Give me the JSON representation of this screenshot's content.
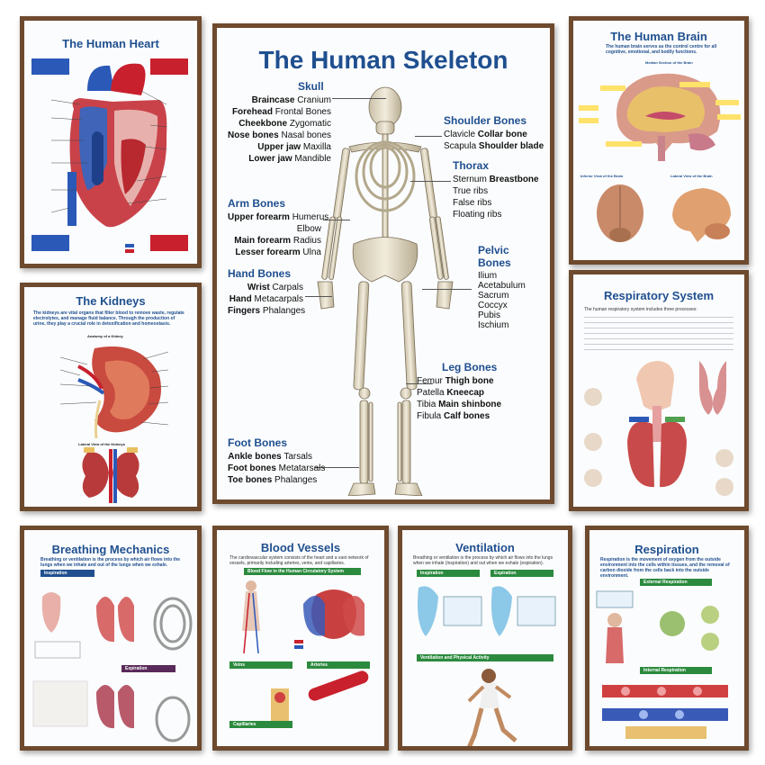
{
  "posters": {
    "heart": {
      "title": "The Human Heart"
    },
    "skeleton": {
      "title": "The Human Skeleton",
      "skull": {
        "heading": "Skull",
        "rows": [
          {
            "bold": "Braincase",
            "plain": "Cranium"
          },
          {
            "bold": "Forehead",
            "plain": "Frontal Bones"
          },
          {
            "bold": "Cheekbone",
            "plain": "Zygomatic"
          },
          {
            "bold": "Nose bones",
            "plain": "Nasal bones"
          },
          {
            "bold": "Upper jaw",
            "plain": "Maxilla"
          },
          {
            "bold": "Lower jaw",
            "plain": "Mandible"
          }
        ]
      },
      "arm": {
        "heading": "Arm Bones",
        "rows": [
          {
            "bold": "Upper forearm",
            "plain": "Humerus"
          },
          {
            "bold": "",
            "plain": "Elbow"
          },
          {
            "bold": "Main forearm",
            "plain": "Radius"
          },
          {
            "bold": "Lesser forearm",
            "plain": "Ulna"
          }
        ]
      },
      "hand": {
        "heading": "Hand Bones",
        "rows": [
          {
            "bold": "Wrist",
            "plain": "Carpals"
          },
          {
            "bold": "Hand",
            "plain": "Metacarpals"
          },
          {
            "bold": "Fingers",
            "plain": "Phalanges"
          }
        ]
      },
      "foot": {
        "heading": "Foot Bones",
        "rows": [
          {
            "bold": "Ankle bones",
            "plain": "Tarsals"
          },
          {
            "bold": "Foot bones",
            "plain": "Metatarsals"
          },
          {
            "bold": "Toe bones",
            "plain": "Phalanges"
          }
        ]
      },
      "shoulder": {
        "heading": "Shoulder Bones",
        "rows": [
          {
            "plain": "Clavicle",
            "bold": "Collar bone"
          },
          {
            "plain": "Scapula",
            "bold": "Shoulder blade"
          }
        ]
      },
      "thorax": {
        "heading": "Thorax",
        "rows": [
          {
            "plain": "Sternum",
            "bold": "Breastbone"
          },
          {
            "plain": "True ribs",
            "bold": ""
          },
          {
            "plain": "False ribs",
            "bold": ""
          },
          {
            "plain": "Floating ribs",
            "bold": ""
          }
        ]
      },
      "pelvic": {
        "heading1": "Pelvic",
        "heading2": "Bones",
        "rows": [
          {
            "plain": "Ilium"
          },
          {
            "plain": "Acetabulum"
          },
          {
            "plain": "Sacrum"
          },
          {
            "plain": "Coccyx"
          },
          {
            "plain": "Pubis"
          },
          {
            "plain": "Ischium"
          }
        ]
      },
      "leg": {
        "heading": "Leg Bones",
        "rows": [
          {
            "plain": "Femur",
            "bold": "Thigh bone"
          },
          {
            "plain": "Patella",
            "bold": "Kneecap"
          },
          {
            "plain": "Tibia",
            "bold": "Main shinbone"
          },
          {
            "plain": "Fibula",
            "bold": "Calf bones"
          }
        ]
      }
    },
    "brain": {
      "title": "The Human Brain",
      "intro": "The human brain serves as the control centre for all cognitive, emotional, and bodily functions.",
      "median": "Median Section of the Brain",
      "inferior": "Inferior View of the Brain",
      "lateral": "Lateral View of the Brain"
    },
    "kidneys": {
      "title": "The Kidneys",
      "intro": "The kidneys are vital organs that filter blood to remove waste, regulate electrolytes, and manage fluid balance. Through the production of urine, they play a crucial role in detoxification and homeostasis.",
      "anatomy": "Anatomy of a Kidney",
      "lateral": "Lateral View of the Kidneys"
    },
    "respiratory": {
      "title": "Respiratory System",
      "intro": "The human respiratory system includes three processes:"
    },
    "breathing": {
      "title": "Breathing Mechanics",
      "intro": "Breathing or ventilation is the process by which air flows into the lungs when we inhale and out of the lungs when we exhale.",
      "bar1": "Inspiration",
      "bar2": "Expiration"
    },
    "vessels": {
      "title": "Blood Vessels",
      "intro": "The cardiovascular system consists of the heart and a vast network of vessels, primarily including arteries, veins, and capillaries.",
      "bar1": "Blood Flow in the Human Circulatory System",
      "bar2": "Veins",
      "bar3": "Arteries",
      "bar4": "Capillaries"
    },
    "ventilation": {
      "title": "Ventilation",
      "intro": "Breathing or ventilation is the process by which air flows into the lungs when we inhale (inspiration) and out when we exhale (expiration).",
      "bar1": "Inspiration",
      "bar2": "Expiration",
      "bar3": "Ventilation and Physical Activity"
    },
    "respiration": {
      "title": "Respiration",
      "intro": "Respiration is the movement of oxygen from the outside environment into the cells within tissues, and the removal of carbon dioxide from the cells back into the outside environment.",
      "bar1": "External Respiration",
      "bar2": "Internal Respiration"
    }
  },
  "colors": {
    "frame": "#6e4a2e",
    "title_blue": "#1f4f8f",
    "artery_red": "#c8202c",
    "vein_blue": "#2b59b8"
  }
}
